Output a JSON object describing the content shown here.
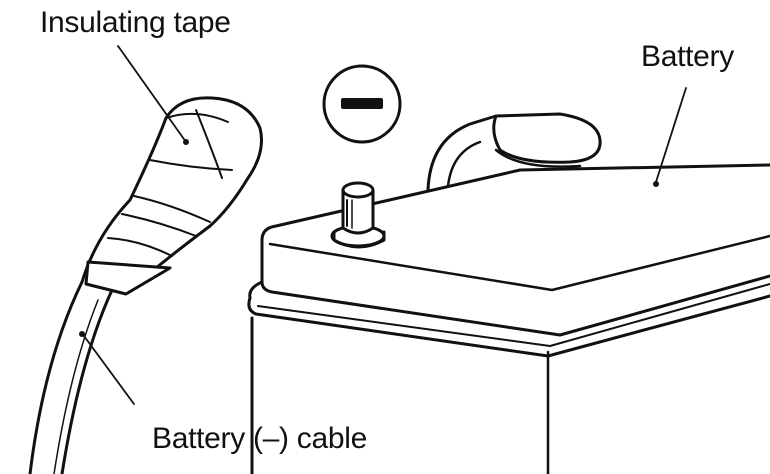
{
  "labels": {
    "insulating_tape": "Insulating tape",
    "battery": "Battery",
    "battery_cable": "Battery (–) cable"
  },
  "symbols": {
    "negative_terminal": "minus-sign"
  },
  "colors": {
    "ink": "#111111",
    "paper": "#ffffff"
  }
}
